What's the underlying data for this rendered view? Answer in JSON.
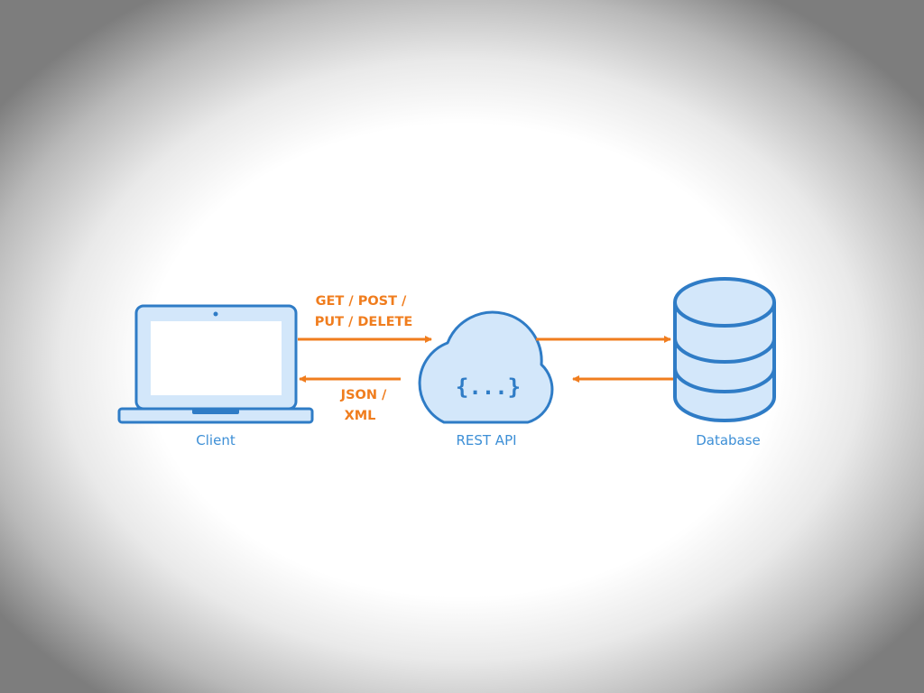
{
  "colors": {
    "icon_stroke": "#2f7cc6",
    "icon_fill": "#d3e7fa",
    "screen_fill": "#ffffff",
    "arrow": "#f07d1e",
    "label_blue": "#3d8fd6"
  },
  "nodes": {
    "client": {
      "label": "Client",
      "icon": "laptop-icon"
    },
    "api": {
      "label": "REST API",
      "icon": "cloud-icon",
      "symbol": "{...}"
    },
    "database": {
      "label": "Database",
      "icon": "database-icon"
    }
  },
  "edges": {
    "request": {
      "line1": "GET / POST /",
      "line2": "PUT / DELETE"
    },
    "response": {
      "line1": "JSON /",
      "line2": "XML"
    }
  }
}
